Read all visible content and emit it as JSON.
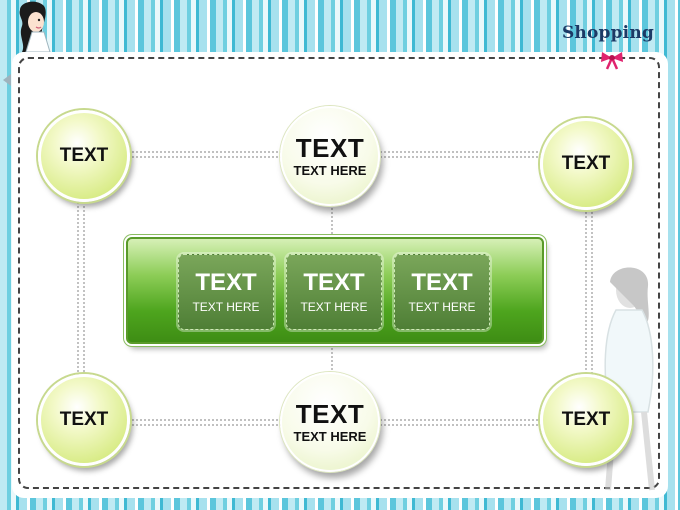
{
  "slide": {
    "title": "Shopping"
  },
  "diagram": {
    "corner_nodes": [
      {
        "label": "TEXT"
      },
      {
        "label": "TEXT"
      },
      {
        "label": "TEXT"
      },
      {
        "label": "TEXT"
      }
    ],
    "center_nodes": [
      {
        "label": "TEXT",
        "sublabel": "TEXT HERE"
      },
      {
        "label": "TEXT",
        "sublabel": "TEXT HERE"
      }
    ],
    "boxes": [
      {
        "label": "TEXT",
        "sublabel": "TEXT HERE"
      },
      {
        "label": "TEXT",
        "sublabel": "TEXT HERE"
      },
      {
        "label": "TEXT",
        "sublabel": "TEXT HERE"
      }
    ]
  },
  "colors": {
    "accent_green": "#4ea51e",
    "node_green": "#d9ec88",
    "stripe_blue": "#5cc6dc",
    "title_navy": "#1c3a66",
    "bow_pink": "#e0236e"
  },
  "icons": [
    "girl-illustration-icon",
    "bow-icon",
    "left-arrow-icon"
  ]
}
